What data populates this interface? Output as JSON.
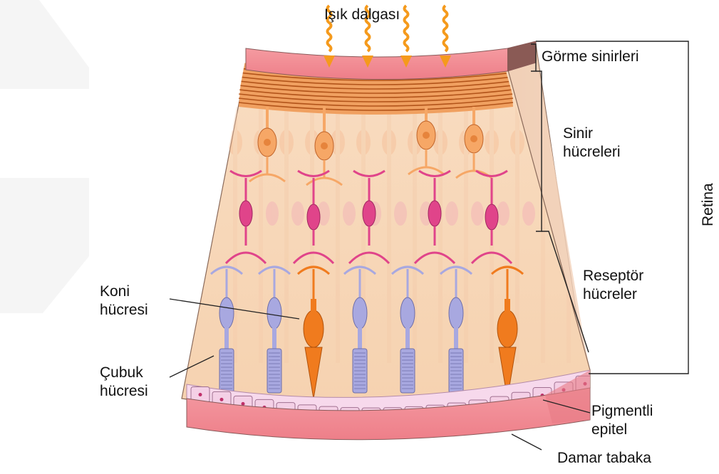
{
  "labels": {
    "light_wave": "Işık dalgası",
    "optic_nerves": "Görme sinirleri",
    "nerve_cells_1": "Sinir",
    "nerve_cells_2": "hücreleri",
    "retina": "Retina",
    "receptor_cells_1": "Reseptör",
    "receptor_cells_2": "hücreler",
    "cone_cell_1": "Koni",
    "cone_cell_2": "hücresi",
    "rod_cell_1": "Çubuk",
    "rod_cell_2": "hücresi",
    "pigment_epithelium_1": "Pigmentli",
    "pigment_epithelium_2": "epitel",
    "vascular_layer": "Damar tabaka"
  },
  "colors": {
    "tissue": "#f7d6b8",
    "top_band": "#f08a92",
    "nerve_fibers": "#e8843a",
    "ganglion_cell": "#f6a766",
    "bipolar_cell": "#e0448a",
    "rod_cell": "#a8a8e0",
    "cone_cell": "#f07b1e",
    "pigment_cell": "#f4d0e6",
    "vascular": "#f08a92",
    "watermark": "#e9e9e9"
  }
}
